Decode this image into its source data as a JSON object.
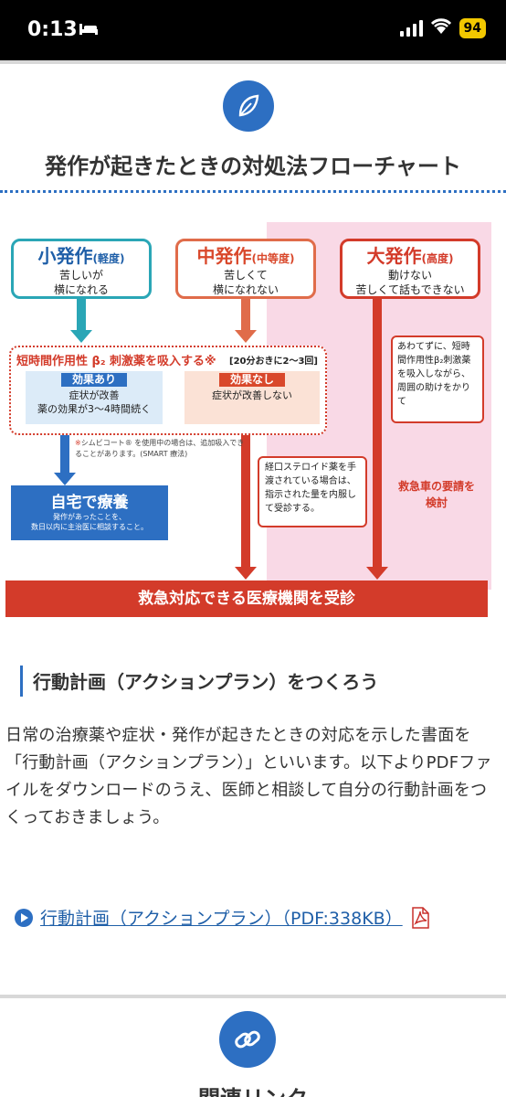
{
  "status_bar": {
    "time": "0:13",
    "battery": "94"
  },
  "section1": {
    "title": "発作が起きたときの対処法フローチャート"
  },
  "flowchart": {
    "severity_small": {
      "label": "小発作",
      "level": "(軽度)",
      "desc1": "苦しいが",
      "desc2": "横になれる"
    },
    "severity_mid": {
      "label": "中発作",
      "level": "(中等度)",
      "desc1": "苦しくて",
      "desc2": "横になれない"
    },
    "severity_large": {
      "label": "大発作",
      "level": "(高度)",
      "desc1": "動けない",
      "desc2": "苦しくて話もできない"
    },
    "inhale_title": "短時間作用性 β₂ 刺激薬を吸入する※",
    "inhale_interval": "[20分おきに2〜3回]",
    "effect_yes": {
      "tag": "効果あり",
      "line1": "症状が改善",
      "line2": "薬の効果が3〜4時間続く"
    },
    "effect_no": {
      "tag": "効果なし",
      "line1": "症状が改善しない"
    },
    "smart_note_star": "※",
    "smart_note": "シムビコート® を使用中の場合は、追加吸入できることがあります。(SMART 療法)",
    "home_care": {
      "title": "自宅で療養",
      "line1": "発作があったことを、",
      "line2": "数日以内に主治医に相談すること。"
    },
    "oral_steroid": "経口ステロイド薬を手渡されている場合は、指示された量を内服して受診する。",
    "calm_note": "あわてずに、短時間作用性β₂刺激薬を吸入しながら、周囲の助けをかりて",
    "ambulance_line1": "救急車の要請を",
    "ambulance_line2": "検討",
    "emergency_bar": "救急対応できる医療機関を受診"
  },
  "section2": {
    "title": "行動計画（アクションプラン）をつくろう",
    "body": "日常の治療薬や症状・発作が起きたときの対応を示した書面を「行動計画（アクションプラン）」といいます。以下よりPDFファイルをダウンロードのうえ、医師と相談して自分の行動計画をつくっておきましょう。",
    "pdf_link": "行動計画（アクションプラン）（PDF:338KB）"
  },
  "section3": {
    "title": "関連リンク"
  },
  "colors": {
    "accent": "#2d6fc2",
    "alert": "#d33b2a",
    "pink_zone": "#f9d9e6"
  }
}
